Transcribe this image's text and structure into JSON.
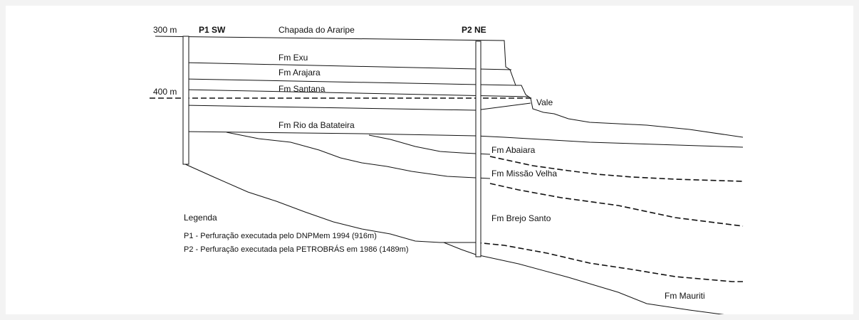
{
  "section": {
    "elevations": {
      "e300": "300 m",
      "e400": "400 m"
    },
    "wells": {
      "p1": "P1 SW",
      "p2": "P2 NE"
    },
    "plateau": "Chapada do Araripe",
    "valley": "Vale",
    "formations": {
      "exu": "Fm Exu",
      "arajara": "Fm Arajara",
      "santana": "Fm Santana",
      "rio_batateira": "Fm Rio da Batateira",
      "abaiara": "Fm Abaiara",
      "missao_velha": "Fm Missão Velha",
      "brejo_santo": "Fm Brejo Santo",
      "mauriti": "Fm Mauriti"
    },
    "legend": {
      "title": "Legenda",
      "p1": "P1 - Perfuração executada pelo DNPMem 1994 (916m)",
      "p2": "P2 - Perfuração executada pela PETROBRÁS em 1986 (1489m)"
    }
  }
}
